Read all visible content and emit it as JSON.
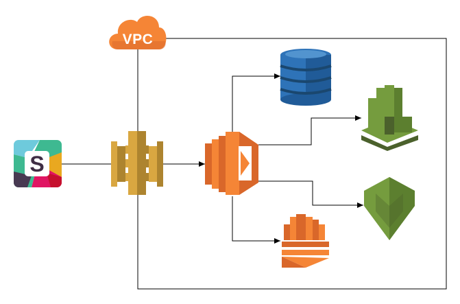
{
  "vpc": {
    "label": "VPC",
    "color": "#F58536"
  },
  "nodes": [
    {
      "id": "slack",
      "icon": "slack-logo-icon"
    },
    {
      "id": "api-gateway",
      "icon": "api-gateway-icon",
      "color": "#D9A741"
    },
    {
      "id": "lambda",
      "icon": "lambda-icon",
      "color": "#F58536"
    },
    {
      "id": "dynamodb",
      "icon": "dynamodb-icon",
      "color": "#2E73B8"
    },
    {
      "id": "cloudwatch",
      "icon": "cloudwatch-icon",
      "color": "#759C3E"
    },
    {
      "id": "guardduty",
      "icon": "guardduty-icon",
      "color": "#759C3E"
    },
    {
      "id": "kinesis",
      "icon": "kinesis-icon",
      "color": "#F58536"
    }
  ],
  "edges": [
    {
      "from": "slack",
      "to": "api-gateway"
    },
    {
      "from": "api-gateway",
      "to": "lambda"
    },
    {
      "from": "lambda",
      "to": "dynamodb"
    },
    {
      "from": "lambda",
      "to": "cloudwatch"
    },
    {
      "from": "lambda",
      "to": "guardduty"
    },
    {
      "from": "lambda",
      "to": "kinesis"
    }
  ]
}
